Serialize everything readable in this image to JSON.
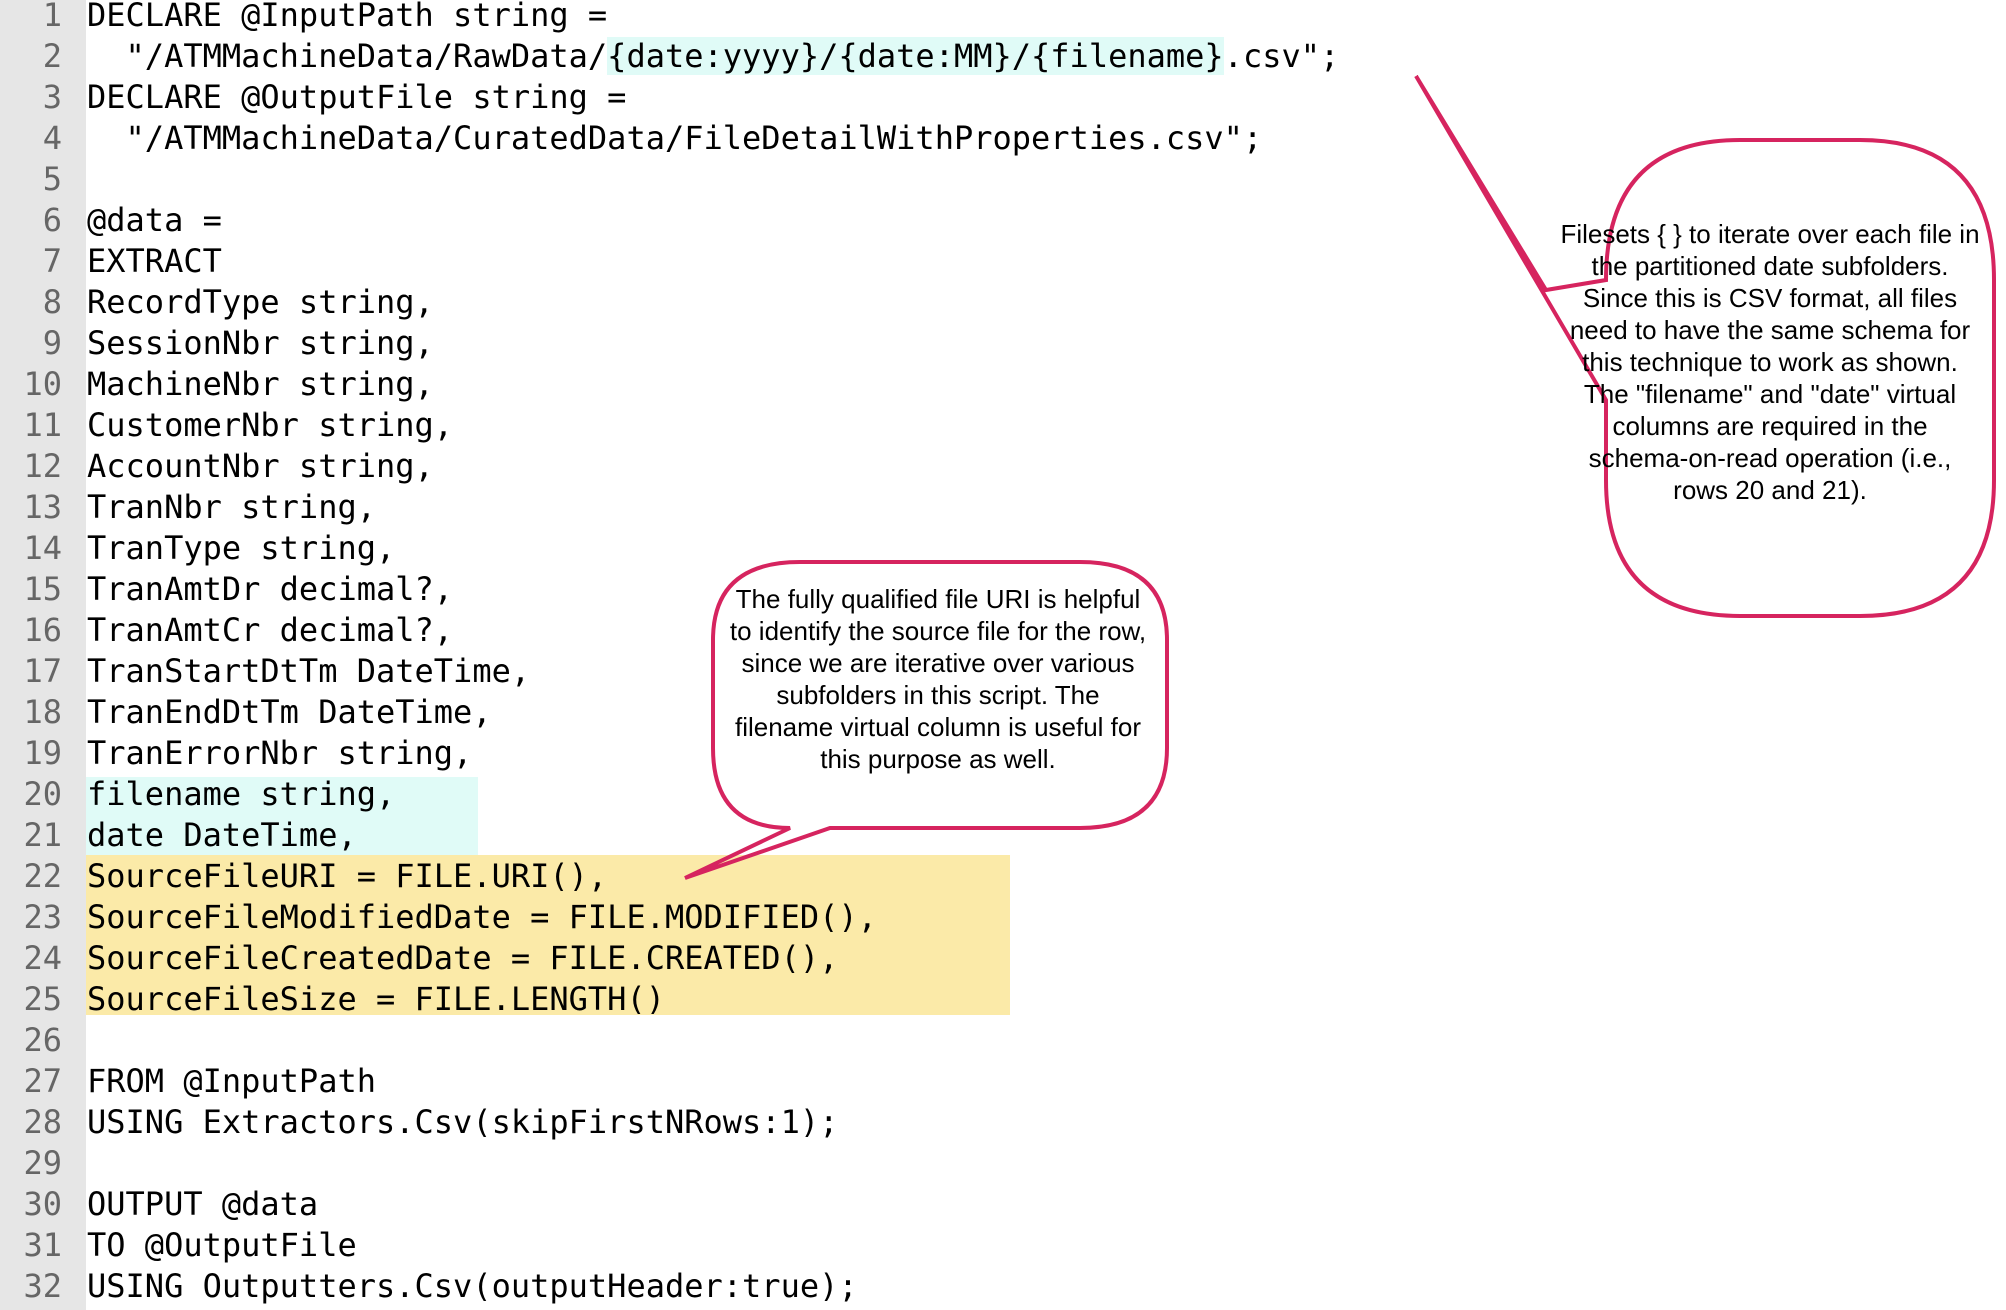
{
  "editor": {
    "lines": [
      {
        "num": "1",
        "text": "DECLARE @InputPath string ="
      },
      {
        "num": "2",
        "pre": "  \"/ATMMachineData/RawData/",
        "hl": "{date:yyyy}/{date:MM}/{filename}",
        "post": ".csv\";"
      },
      {
        "num": "3",
        "text": "DECLARE @OutputFile string ="
      },
      {
        "num": "4",
        "text": "  \"/ATMMachineData/CuratedData/FileDetailWithProperties.csv\";"
      },
      {
        "num": "5",
        "text": ""
      },
      {
        "num": "6",
        "text": "@data ="
      },
      {
        "num": "7",
        "text": "EXTRACT"
      },
      {
        "num": "8",
        "text": "RecordType string,"
      },
      {
        "num": "9",
        "text": "SessionNbr string,"
      },
      {
        "num": "10",
        "text": "MachineNbr string,"
      },
      {
        "num": "11",
        "text": "CustomerNbr string,"
      },
      {
        "num": "12",
        "text": "AccountNbr string,"
      },
      {
        "num": "13",
        "text": "TranNbr string,"
      },
      {
        "num": "14",
        "text": "TranType string,"
      },
      {
        "num": "15",
        "text": "TranAmtDr decimal?,"
      },
      {
        "num": "16",
        "text": "TranAmtCr decimal?,"
      },
      {
        "num": "17",
        "text": "TranStartDtTm DateTime,"
      },
      {
        "num": "18",
        "text": "TranEndDtTm DateTime,"
      },
      {
        "num": "19",
        "text": "TranErrorNbr string,"
      },
      {
        "num": "20",
        "text": "filename string,"
      },
      {
        "num": "21",
        "text": "date DateTime,"
      },
      {
        "num": "22",
        "text": "SourceFileURI = FILE.URI(),"
      },
      {
        "num": "23",
        "text": "SourceFileModifiedDate = FILE.MODIFIED(),"
      },
      {
        "num": "24",
        "text": "SourceFileCreatedDate = FILE.CREATED(),"
      },
      {
        "num": "25",
        "text": "SourceFileSize = FILE.LENGTH()"
      },
      {
        "num": "26",
        "text": ""
      },
      {
        "num": "27",
        "text": "FROM @InputPath"
      },
      {
        "num": "28",
        "text": "USING Extractors.Csv(skipFirstNRows:1);"
      },
      {
        "num": "29",
        "text": ""
      },
      {
        "num": "30",
        "text": "OUTPUT @data"
      },
      {
        "num": "31",
        "text": "TO @OutputFile"
      },
      {
        "num": "32",
        "text": "USING Outputters.Csv(outputHeader:true);"
      }
    ]
  },
  "callouts": {
    "filesets_note": "Filesets { } to iterate over each file in the partitioned date subfolders. Since this is CSV format, all files need to have the same schema for this technique to work as shown. The \"filename\" and \"date\" virtual columns are required in the schema-on-read operation (i.e., rows 20 and 21).",
    "uri_note": "The fully qualified file URI is helpful to identify the source file for the row, since we are iterative over various subfolders in this script. The filename virtual column is useful for this purpose as well."
  },
  "colors": {
    "gutter": "#e6e6e6",
    "line_number": "#666666",
    "highlight_cyan": "#e0fbf7",
    "highlight_yellow": "#fbeaa8",
    "callout_border": "#d6245f"
  }
}
